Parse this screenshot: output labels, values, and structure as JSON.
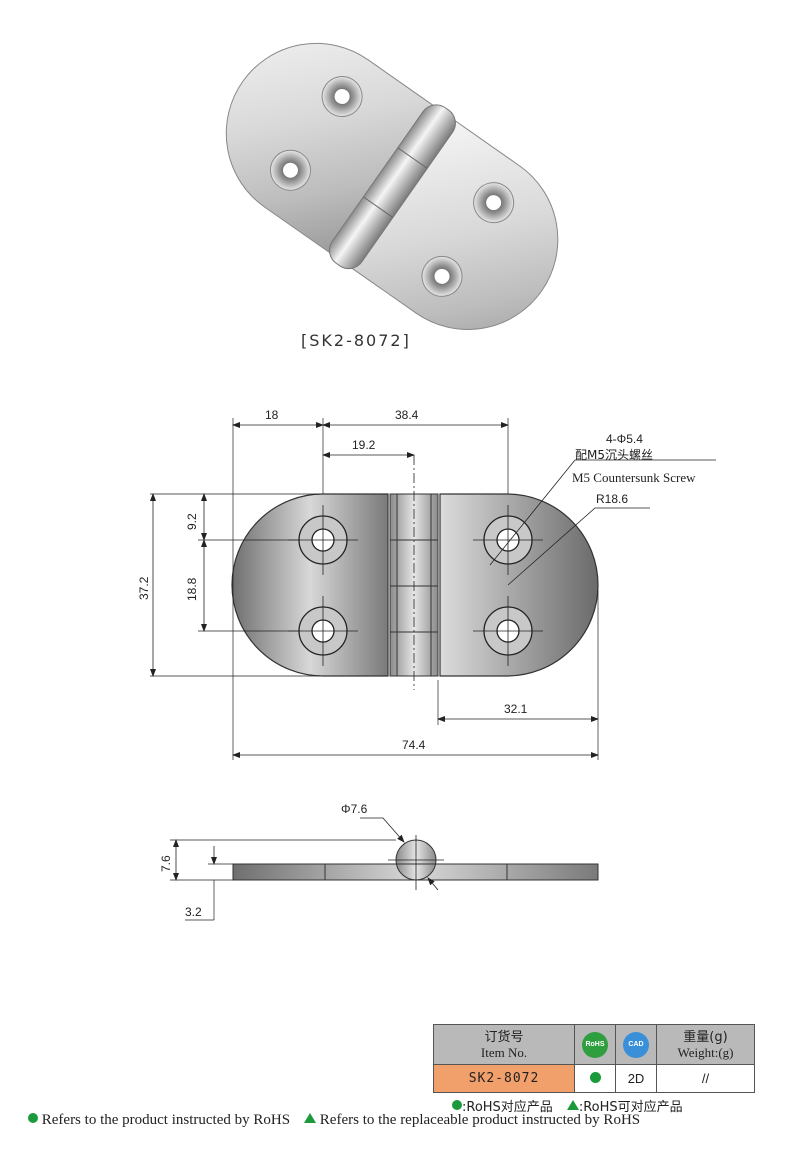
{
  "product": {
    "caption": "[SK2-8072]"
  },
  "drawing": {
    "top_view": {
      "dims": {
        "d18": "18",
        "d38_4": "38.4",
        "d19_2": "19.2",
        "d9_2": "9.2",
        "d37_2": "37.2",
        "d18_8": "18.8",
        "d32_1": "32.1",
        "d74_4": "74.4"
      },
      "hole_note": "4-Φ5.4",
      "screw_cn": "配M5沉头螺丝",
      "screw_en": "M5 Countersunk Screw",
      "radius": "R18.6"
    },
    "side_view": {
      "dims": {
        "pin_dia": "Φ7.6",
        "d7_6": "7.6",
        "d3_2": "3.2"
      }
    }
  },
  "spec_table": {
    "header": {
      "item_cn": "订货号",
      "item_en": "Item No.",
      "rohs_badge": "RoHS",
      "cad_badge": "CAD",
      "weight_cn": "重量(g)",
      "weight_en": "Weight:(g)"
    },
    "row": {
      "item_no": "SK2-8072",
      "cad": "2D",
      "weight": "//"
    }
  },
  "legend": {
    "cn_rohs": ":RoHS对应产品",
    "cn_replaceable": ":RoHS可对应产品",
    "en_rohs": "Refers to the product instructed by RoHS",
    "en_replaceable": "Refers to the replaceable product instructed by RoHS"
  },
  "colors": {
    "item_cell": "#f2a06b",
    "header_cell": "#b9b9b9",
    "rohs_green": "#1a9a3a",
    "cad_blue": "#3a8fd9"
  }
}
